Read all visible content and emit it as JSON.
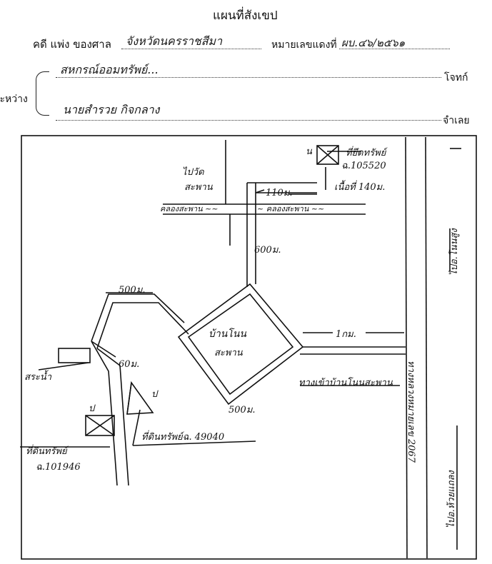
{
  "header": {
    "title": "แผนที่สังเขป",
    "case_label": "คดี แพ่ง ของศาล",
    "court_name": "จังหวัดนครราชสีมา",
    "case_no_label": "หมายเลขแดงที่",
    "case_no_value": "ผบ.๔๖/๒๕๖๑",
    "between_label": "ระหว่าง",
    "plaintiff_name": "สหกรณ์ออมทรัพย์...",
    "plaintiff_label": "โจทก์",
    "defendant_name": "นายสำรวย กิจกลาง",
    "defendant_label": "จำเลย"
  },
  "map": {
    "temple_label": "ไปวัด",
    "temple_label2": "สะพาน",
    "canal_left": "คลองสะพาน ~~",
    "canal_right": "~ คลองสะพาน ~~",
    "dist_110": "110ม.",
    "seized_land_label": "ที่ยึดทรัพย์",
    "seized_deed": "ฉ.105520",
    "land_area": "เนื้อที่ 140ม.",
    "dist_600": "600ม.",
    "dist_500_top": "500ม.",
    "village_label": "บ้านโนน",
    "village_label2": "สะพาน",
    "dist_1km": "1กม.",
    "village_entrance": "ทางเข้าบ้านโนนสะพาน",
    "dist_500_bottom": "500ม.",
    "water_label": "สระน้ำ",
    "dist_60": "60ม.",
    "land2_label": "ที่ดินทรัพย์ฉ. 49040",
    "land3_label": "ที่ดินทรัพย์",
    "land3_deed": "ฉ.101946",
    "mark_u": "ป",
    "mark_u2": "ป",
    "mark_n": "น",
    "highway_label": "ทางหลวงหมายเลข 2067",
    "right_top": "ไปอ.โนนสูง",
    "right_bottom": "ไปอ.ห้วยแถลง"
  }
}
